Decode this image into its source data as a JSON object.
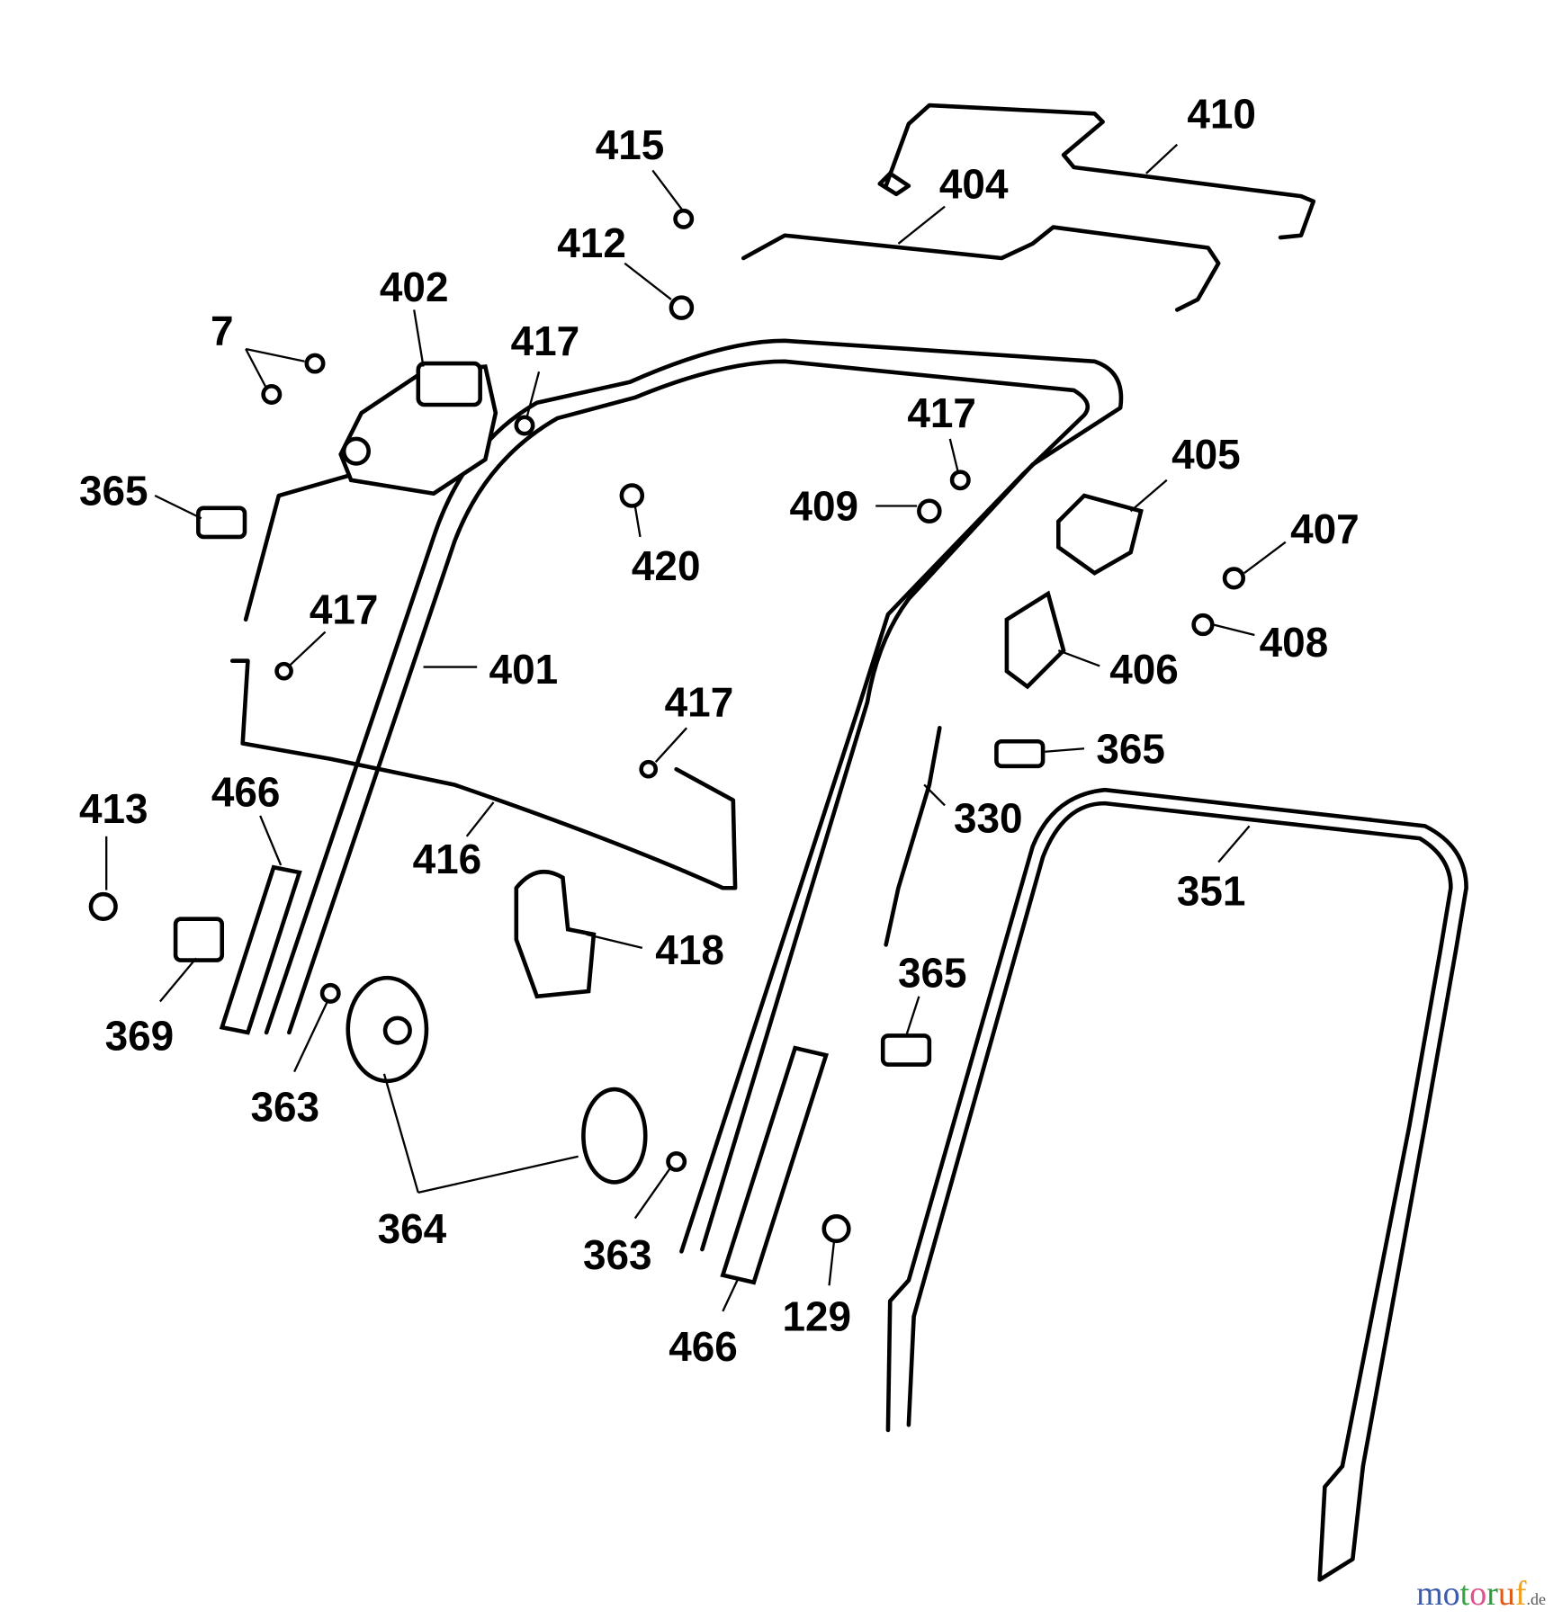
{
  "title": "Handle assembly parts diagram",
  "labels": [
    "410",
    "404",
    "415",
    "412",
    "402",
    "7",
    "417",
    "417",
    "405",
    "365",
    "409",
    "407",
    "420",
    "417",
    "408",
    "401",
    "406",
    "417",
    "365",
    "413",
    "466",
    "330",
    "416",
    "351",
    "418",
    "365",
    "369",
    "363",
    "364",
    "363",
    "466",
    "129"
  ],
  "watermark": {
    "text": "motoruf",
    "suffix": ".de",
    "colors": [
      "#3b5bab",
      "#3b5bab",
      "#3aa244",
      "#e0508a",
      "#2a9a3a",
      "#e05a1a",
      "#f0a020",
      "#e8c020"
    ]
  }
}
